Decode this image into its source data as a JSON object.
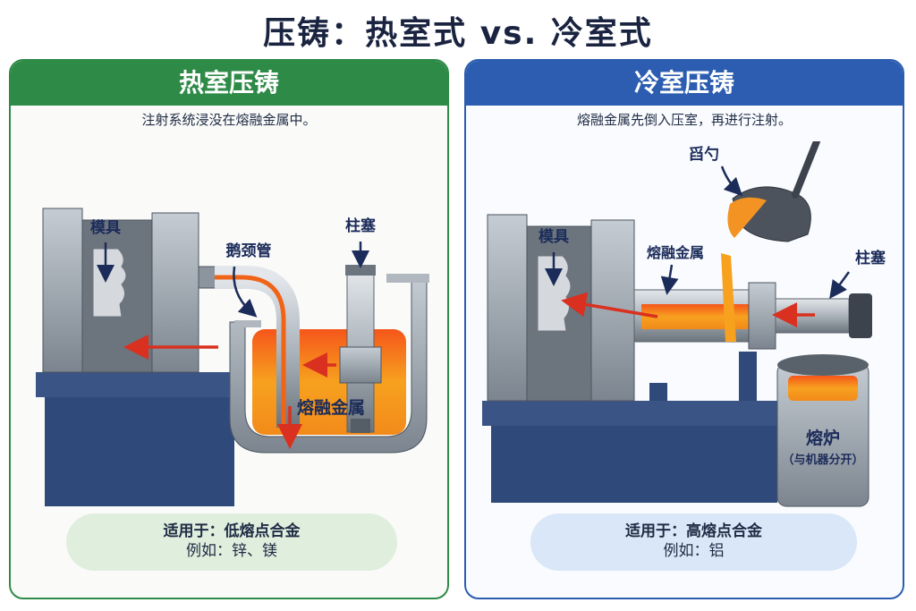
{
  "title": "压铸：热室式 vs. 冷室式",
  "hot_chamber": {
    "header": "热室压铸",
    "description": "注射系统浸没在熔融金属中。",
    "labels": {
      "die": "模具",
      "gooseneck": "鹅颈管",
      "plunger": "柱塞",
      "molten_metal": "熔融金属"
    },
    "note": {
      "suitable": "适用于：低熔点合金",
      "example": "例如：锌、镁"
    }
  },
  "cold_chamber": {
    "header": "冷室压铸",
    "description": "熔融金属先倒入压室，再进行注射。",
    "labels": {
      "die": "模具",
      "ladle": "舀勺",
      "molten_metal": "熔融金属",
      "plunger": "柱塞",
      "furnace": "熔炉",
      "furnace_sub": "（与机器分开）"
    },
    "note": {
      "suitable": "适用于：高熔点合金",
      "example": "例如：铝"
    }
  },
  "colors": {
    "hot_accent": "#2e8a47",
    "cold_accent": "#2c5db0",
    "molten": "#f28a1a",
    "flow_arrow": "#d9301f",
    "base": "#2f4a7a",
    "steel": "#9aa3ad"
  }
}
